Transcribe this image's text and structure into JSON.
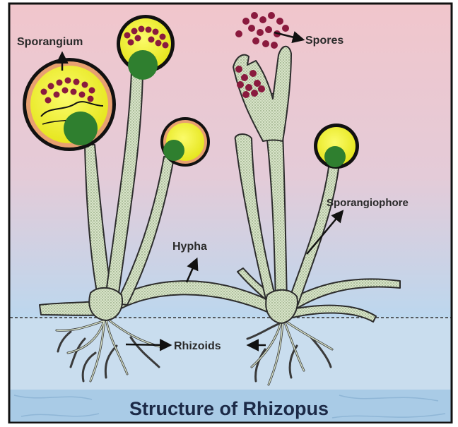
{
  "labels": {
    "sporangium": "Sporangium",
    "spores": "Spores",
    "sporangiophore": "Sporangiophore",
    "hypha": "Hypha",
    "rhizoids": "Rhizoids"
  },
  "title": "Structure of Rhizopus",
  "colors": {
    "sky_top": "#f1c6cc",
    "sky_bottom": "#bcd7ee",
    "ground": "#c9ddee",
    "band": "#a9cbe6",
    "stalk_fill": "#d8e3c9",
    "sporangium_fill": "#f0f02a",
    "columella": "#2f7f2f",
    "spore": "#8a1a3e",
    "frame": "#111111"
  }
}
